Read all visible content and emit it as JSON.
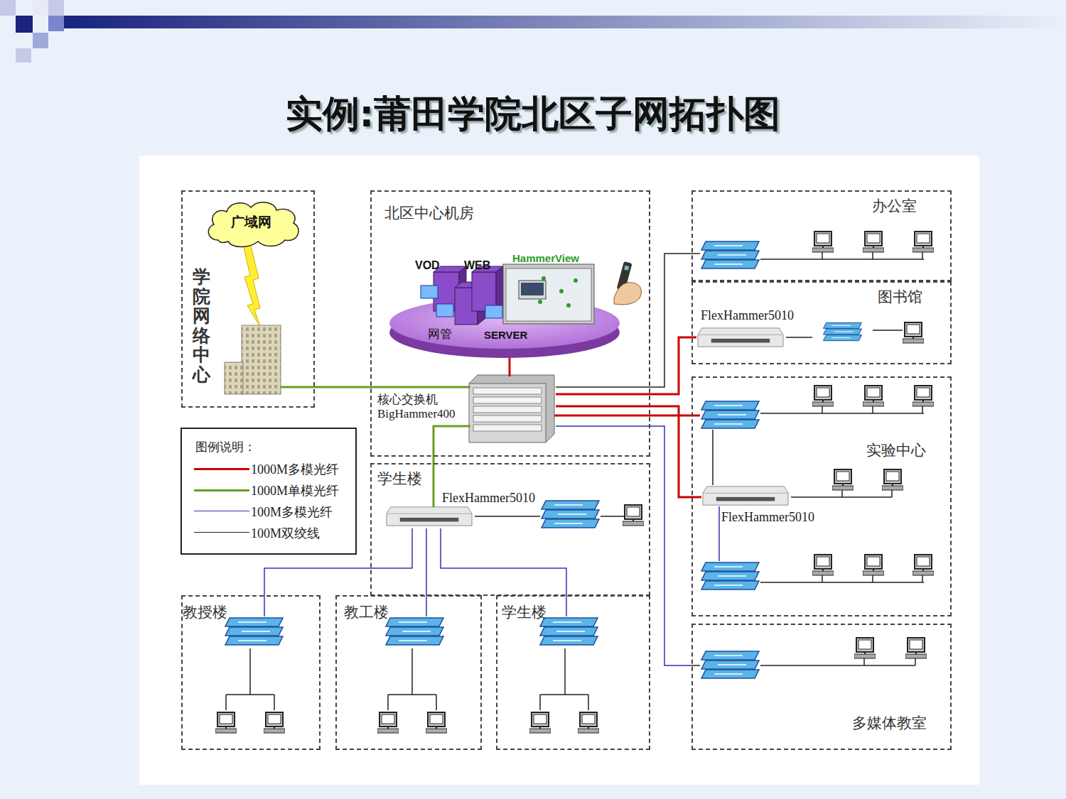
{
  "diagram": {
    "title": "实例:莆田学院北区子网拓扑图",
    "nodes": [
      {
        "text": [
          "学院网络中心"
        ]
      },
      {
        "text": [
          "广域网"
        ],
        "in": 0
      },
      {
        "text": [
          "北区中心机房"
        ]
      },
      {
        "text": [
          "VOD",
          "WEB",
          "HammerView",
          "网管",
          "SERVER"
        ],
        "in": 2
      },
      {
        "text": [
          "核心交换机 BigHammer400"
        ],
        "in": 2
      },
      {
        "text": [
          "学生楼"
        ]
      },
      {
        "text": [
          "FlexHammer5010"
        ],
        "in": 5
      },
      {
        "text": [
          "办公室"
        ]
      },
      {
        "text": [
          "图书馆"
        ]
      },
      {
        "text": [
          "FlexHammer5010"
        ],
        "in": 8
      },
      {
        "text": [
          "实验中心"
        ]
      },
      {
        "text": [
          "FlexHammer5010"
        ],
        "in": 10
      },
      {
        "text": [
          "多媒体教室"
        ]
      },
      {
        "text": [
          "教授楼"
        ]
      },
      {
        "text": [
          "教工楼"
        ]
      },
      {
        "text": [
          "学生楼"
        ]
      }
    ],
    "edges": [
      {
        "from": 0,
        "to": 4,
        "arrow": "none"
      },
      {
        "from": 3,
        "to": 4,
        "arrow": "none"
      },
      {
        "from": 4,
        "to": 7,
        "arrow": "none"
      },
      {
        "from": 4,
        "to": 9,
        "arrow": "none"
      },
      {
        "from": 4,
        "to": 11,
        "arrow": "none"
      },
      {
        "from": 4,
        "to": 12,
        "arrow": "none"
      },
      {
        "from": 4,
        "to": 6,
        "arrow": "none"
      },
      {
        "from": 6,
        "to": 13,
        "arrow": "none"
      },
      {
        "from": 6,
        "to": 14,
        "arrow": "none"
      },
      {
        "from": 6,
        "to": 15,
        "arrow": "none"
      }
    ],
    "labels": [
      "图例说明："
    ],
    "legend": [
      {
        "text": "1000M多模光纤",
        "color": "#cc0000"
      },
      {
        "text": "1000M单模光纤",
        "color": "#66a020"
      },
      {
        "text": "100M多模光纤",
        "color": "#3333aa"
      },
      {
        "text": "100M双绞线",
        "color": "#222222"
      }
    ]
  }
}
